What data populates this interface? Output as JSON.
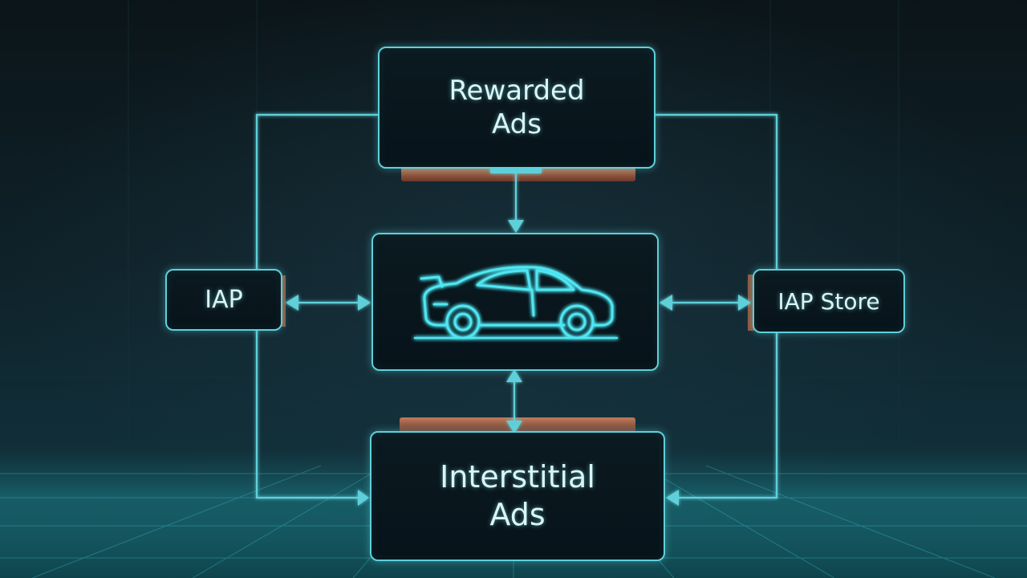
{
  "diagram": {
    "nodes": {
      "rewarded_ads": {
        "label": "Rewarded\nAds"
      },
      "iap": {
        "label": "IAP"
      },
      "center": {
        "icon": "sports-car-icon"
      },
      "iap_store": {
        "label": "IAP Store"
      },
      "interstitial_ads": {
        "label": "Interstitial\nAds"
      }
    },
    "colors": {
      "line": "#5fd0da",
      "glow": "#3fe0f0",
      "accent_copper": "#c0684a",
      "background": "#0c181f"
    }
  }
}
